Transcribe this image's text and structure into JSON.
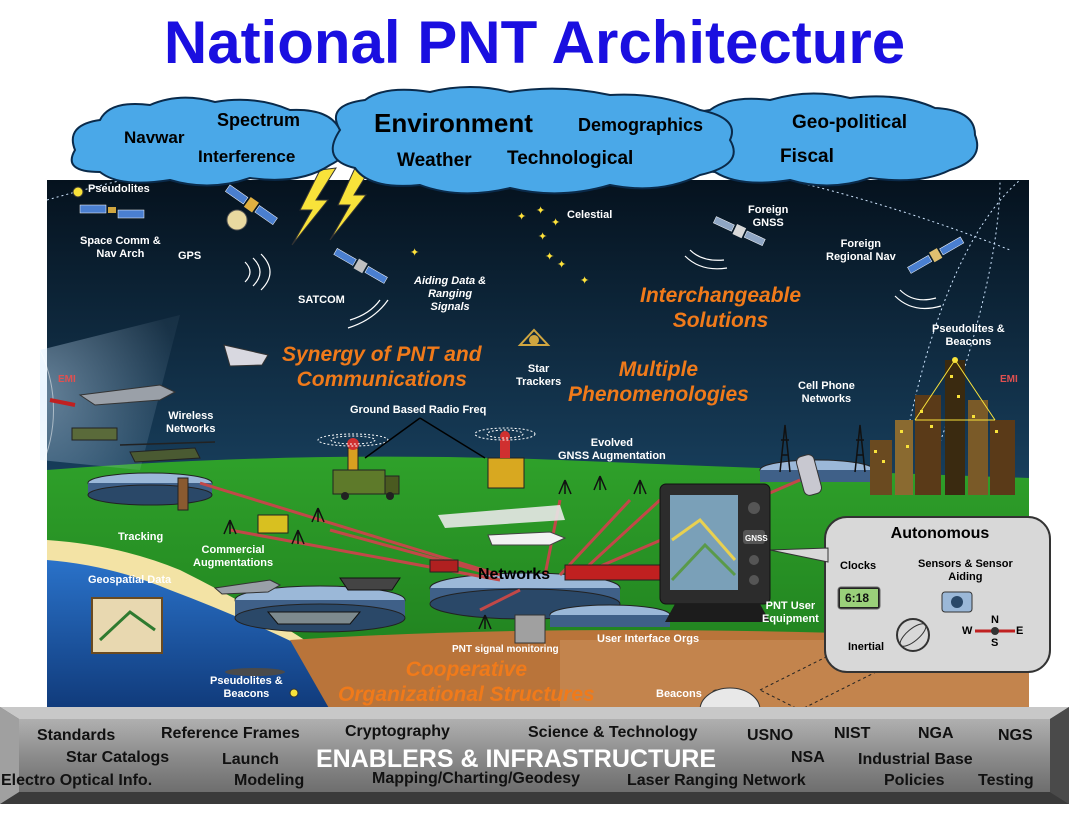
{
  "title": "National PNT Architecture",
  "clouds": {
    "navwar": "Navwar",
    "spectrum": "Spectrum",
    "interference": "Interference",
    "environment": "Environment",
    "demographics": "Demographics",
    "weather": "Weather",
    "technological": "Technological",
    "geopolitical": "Geo-political",
    "fiscal": "Fiscal"
  },
  "labels": {
    "pseudolites_top": "Pseudolites",
    "space_comm": "Space Comm &\nNav Arch",
    "gps": "GPS",
    "satcom": "SATCOM",
    "aiding": "Aiding Data &\nRanging\nSignals",
    "celestial": "Celestial",
    "foreign_gnss": "Foreign\nGNSS",
    "foreign_regional": "Foreign\nRegional Nav",
    "pseudolites_beacons_r": "Pseudolites &\nBeacons",
    "emi_left": "EMI",
    "emi_right": "EMI",
    "star_trackers": "Star\nTrackers",
    "ground_radio": "Ground Based Radio Freq",
    "wireless": "Wireless\nNetworks",
    "cell_phone": "Cell Phone\nNetworks",
    "evolved": "Evolved\nGNSS Augmentation",
    "tracking": "Tracking",
    "commercial_aug": "Commercial\nAugmentations",
    "geospatial": "Geospatial Data",
    "networks": "Networks",
    "pnt_user": "PNT User\nEquipment",
    "user_interface": "User Interface Orgs",
    "pnt_monitoring": "PNT signal monitoring",
    "pseudolites_beacons_b": "Pseudolites &\nBeacons",
    "beacons": "Beacons"
  },
  "themes": {
    "interchangeable": "Interchangeable\nSolutions",
    "synergy": "Synergy of PNT and\nCommunications",
    "multiple": "Multiple\nPhenomenologies",
    "cooperative": "Cooperative\nOrganizational Structures"
  },
  "autonomous": {
    "title": "Autonomous",
    "clocks": "Clocks",
    "clock_display": "6:18",
    "sensors": "Sensors & Sensor\nAiding",
    "inertial": "Inertial",
    "compass_n": "N",
    "compass_s": "S",
    "compass_e": "E",
    "compass_w": "W"
  },
  "device": {
    "gnss_button": "GNSS"
  },
  "enablers": {
    "center": "ENABLERS & INFRASTRUCTURE",
    "standards": "Standards",
    "reference_frames": "Reference Frames",
    "cryptography": "Cryptography",
    "science_tech": "Science & Technology",
    "usno": "USNO",
    "nist": "NIST",
    "nga": "NGA",
    "ngs": "NGS",
    "star_catalogs": "Star Catalogs",
    "launch": "Launch",
    "nsa": "NSA",
    "industrial_base": "Industrial Base",
    "electro_optical": "Electro Optical Info.",
    "modeling": "Modeling",
    "mapping": "Mapping/Charting/Geodesy",
    "laser_ranging": "Laser Ranging Network",
    "policies": "Policies",
    "testing": "Testing"
  },
  "colors": {
    "title": "#1a0fe0",
    "sky_top": "#05121e",
    "sky_bottom": "#3a8fc4",
    "ground": "#2fa12a",
    "cloud": "#4aa8e8",
    "theme_text": "#f07a1a",
    "enablers_bar": "#8c8c8c"
  }
}
